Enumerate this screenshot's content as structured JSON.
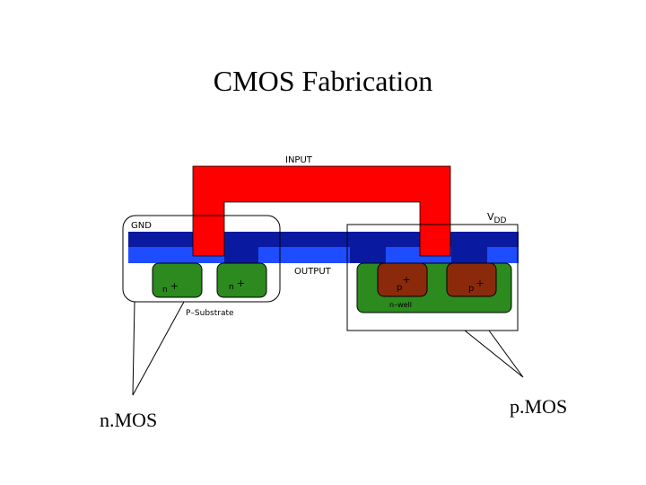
{
  "slide": {
    "title": "CMOS Fabrication",
    "callouts": {
      "nmos": "n.MOS",
      "pmos": "p.MOS"
    }
  },
  "diagram": {
    "labels": {
      "input": "INPUT",
      "output": "OUTPUT",
      "gnd": "GND",
      "vdd_main": "V",
      "vdd_sub": "DD",
      "substrate": "P–Substrate",
      "nwell": "n–well"
    },
    "regions": {
      "n1": {
        "base": "n",
        "sup": "+"
      },
      "n2": {
        "base": "n",
        "sup": "+"
      },
      "p1": {
        "base": "p",
        "sup": "+"
      },
      "p2": {
        "base": "p",
        "sup": "+"
      }
    },
    "colors": {
      "poly_gate": "#ff0000",
      "metal_dark_blue": "#0a1aa0",
      "metal_light_blue": "#1e4cff",
      "n_diffusion": "#2c8a1e",
      "p_diffusion": "#8b2a0a",
      "n_well": "#2c8a1e",
      "outline": "#000000"
    }
  }
}
